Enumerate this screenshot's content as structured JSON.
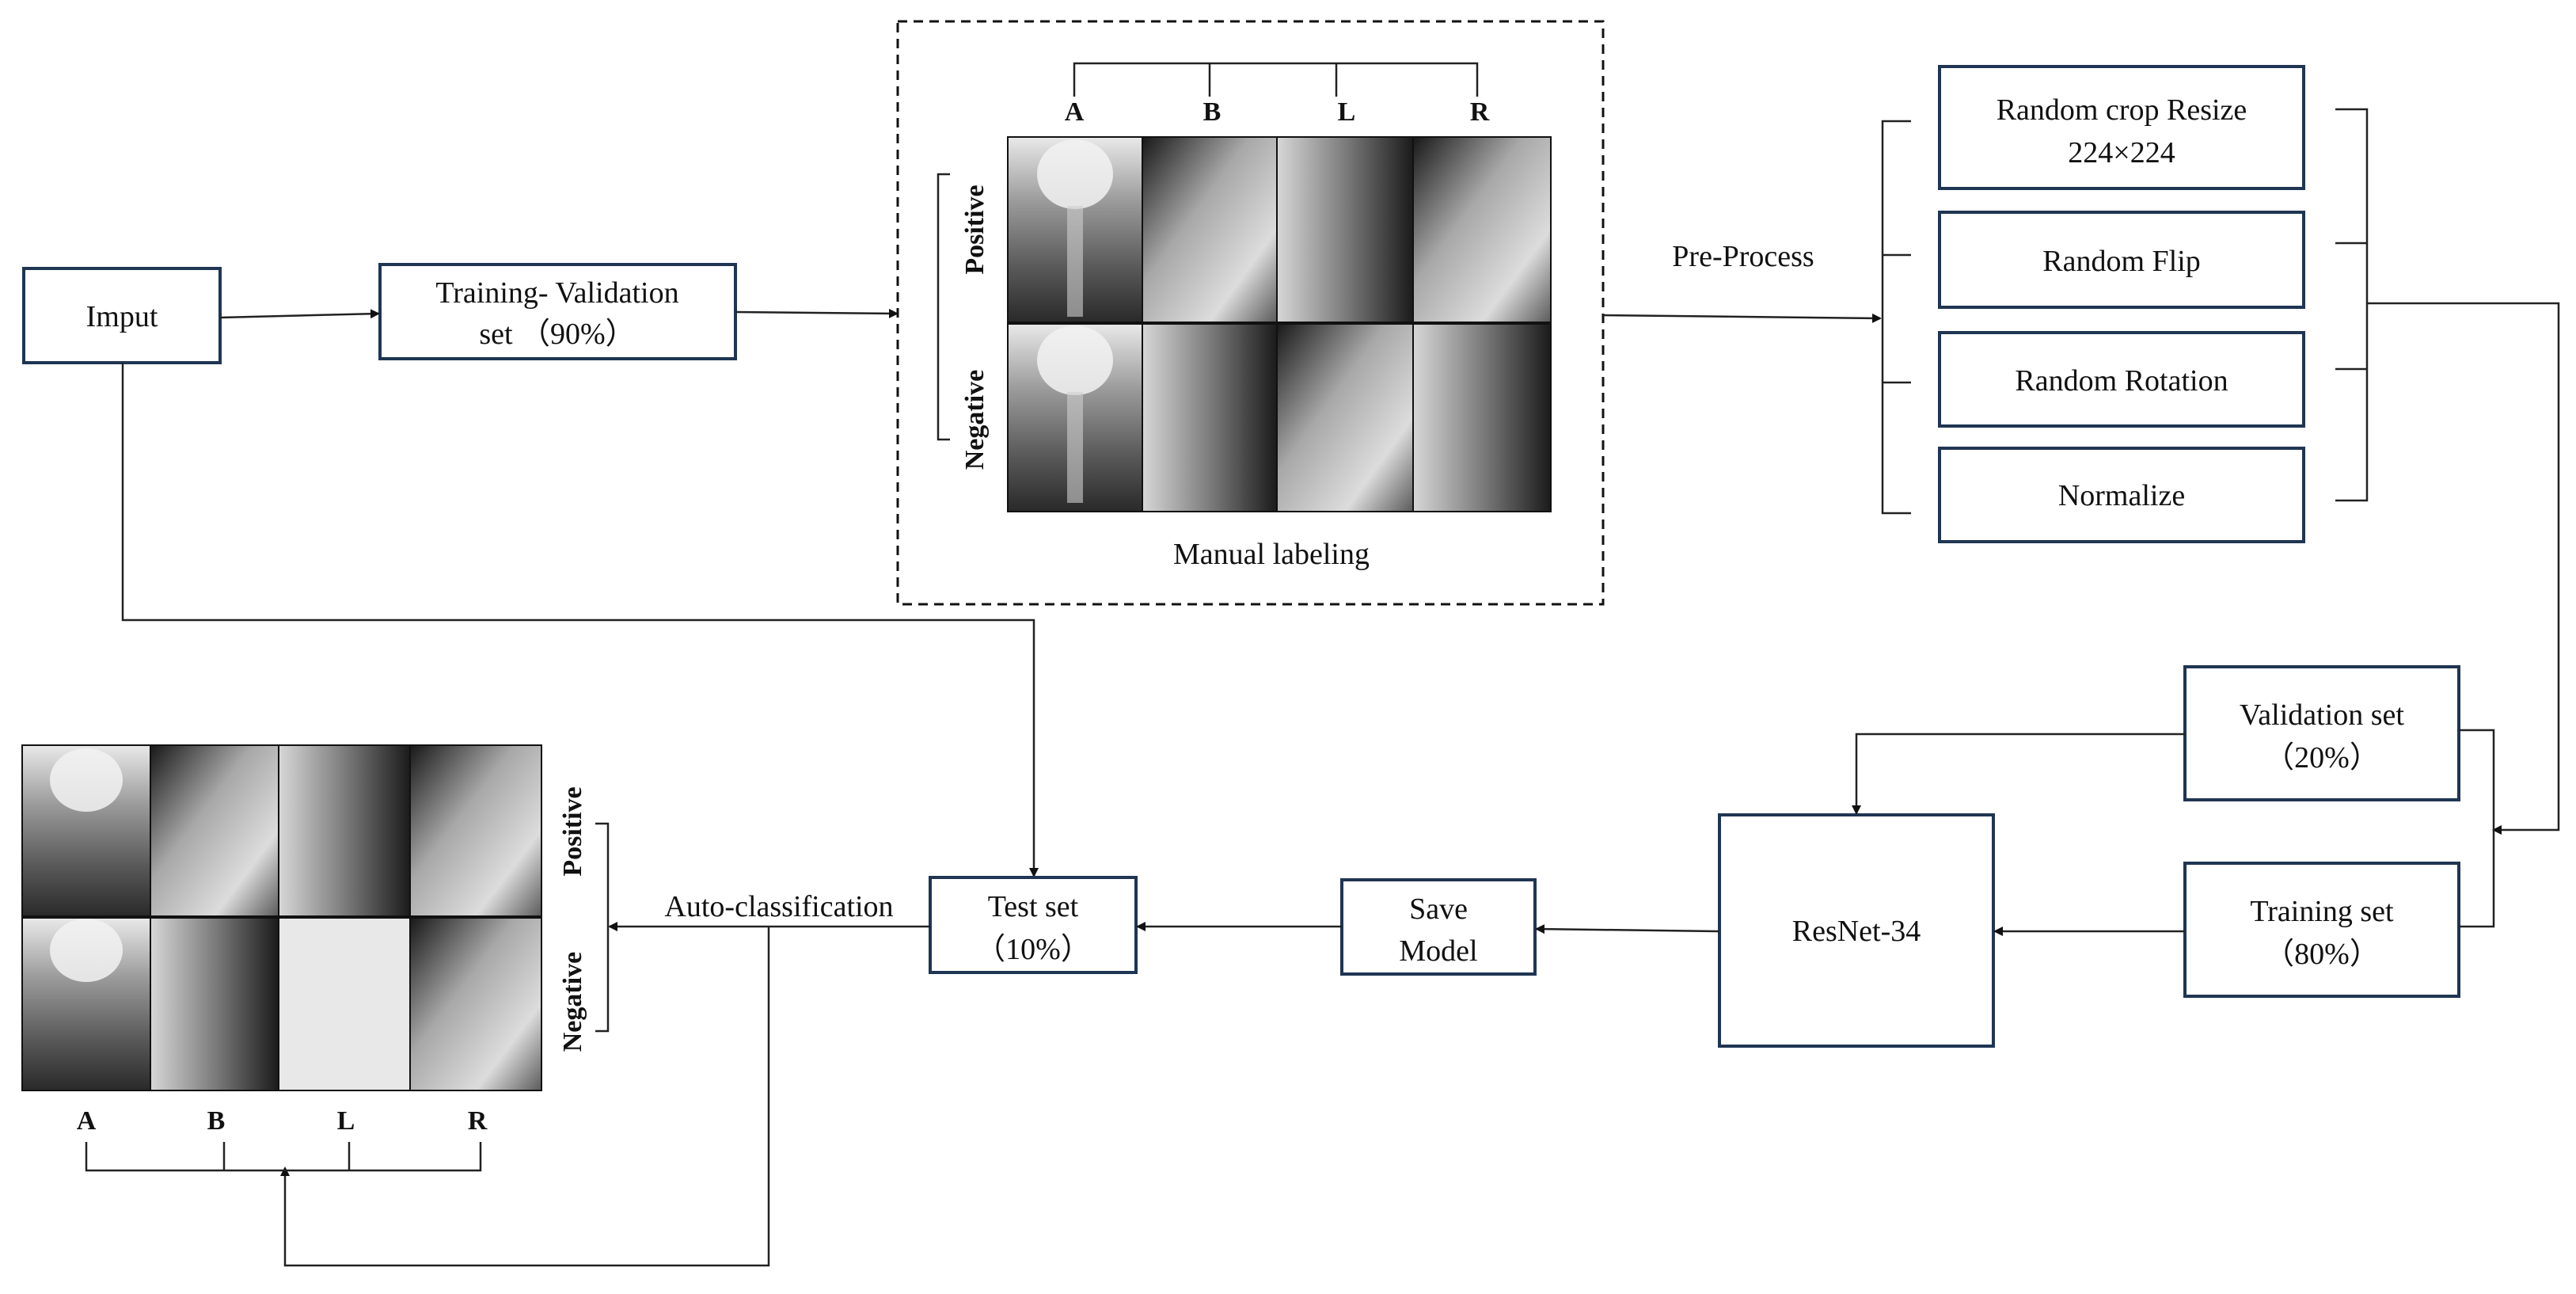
{
  "nodes": {
    "input": "Imput",
    "train_val_line1": "Training- Validation",
    "train_val_line2": "set （90%）",
    "manual_labeling": "Manual labeling",
    "pre_process": "Pre-Process",
    "random_crop_line1": "Random crop Resize",
    "random_crop_line2": "224×224",
    "random_flip": "Random Flip",
    "random_rotation": "Random Rotation",
    "normalize": "Normalize",
    "validation_line1": "Validation set",
    "validation_line2": "（20%）",
    "training_line1": "Training set",
    "training_line2": "（80%）",
    "resnet": "ResNet-34",
    "save_line1": "Save",
    "save_line2": "Model",
    "test_line1": "Test set",
    "test_line2": "（10%）",
    "auto_classification": "Auto-classification"
  },
  "labels": {
    "positive": "Positive",
    "negative": "Negative",
    "a": "A",
    "b": "B",
    "l": "L",
    "r": "R"
  },
  "colors": {
    "box_border": "#1f3553",
    "line": "#222222"
  }
}
